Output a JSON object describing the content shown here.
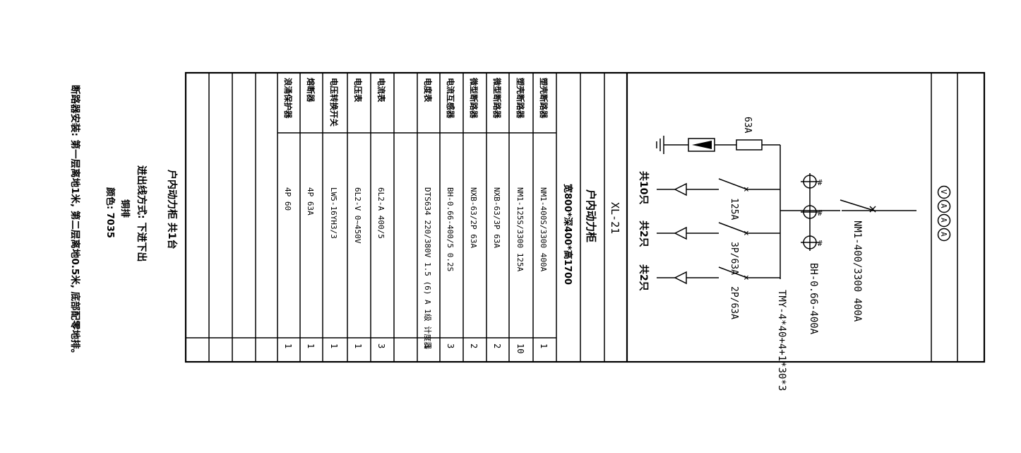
{
  "notes": {
    "line1": "户内动力柜   共1台",
    "line2": "进出线方式: 下进下出",
    "line3": "铜排",
    "line4": "颜色: 7035",
    "line5": "断路器安装: 第一层离地1米, 第二层离地0.5米, 底部配零地排。"
  },
  "cabinet": {
    "code": "XL-21",
    "name": "户内动力柜",
    "size": "宽800*深400*高1700"
  },
  "components": [
    {
      "name": "塑壳断路器",
      "spec": "NM1-400S/3300  400A",
      "qty": "1"
    },
    {
      "name": "塑壳断路器",
      "spec": "NM1-125S/3300  125A",
      "qty": "10"
    },
    {
      "name": "微型断路器",
      "spec": "NXB-63/3P 63A",
      "qty": "2"
    },
    {
      "name": "微型断路器",
      "spec": "NXB-63/2P 63A",
      "qty": "2"
    },
    {
      "name": "电流互感器",
      "spec": "BH-0.66-400/5  0.2S",
      "qty": "3"
    },
    {
      "name": "电度表",
      "spec": "DTS634 220/380V 1.5 (6) A 1级 计度器",
      "qty": "1"
    },
    {
      "name": "",
      "spec": "",
      "qty": ""
    },
    {
      "name": "电流表",
      "spec": "6L2-A  400/5",
      "qty": "3"
    },
    {
      "name": "电压表",
      "spec": "6L2-V  0~450V",
      "qty": "1"
    },
    {
      "name": "电压转换开关",
      "spec": "LW5-16YH3/3",
      "qty": "1"
    },
    {
      "name": "熔断器",
      "spec": "4P 63A",
      "qty": "1"
    },
    {
      "name": "浪涌保护器",
      "spec": "4P 60",
      "qty": "1"
    }
  ],
  "diagram": {
    "main_breaker": "NM1-400/3300 400A",
    "ct": "BH-0.66-400A",
    "busbar": "TMY-4*40+4+1*30*3",
    "fuse": "63A",
    "branch1_rating": "125A",
    "branch1_count": "共10只",
    "branch2_rating": "3P/63A",
    "branch2_count": "共2只",
    "branch3_rating": "2P/63A",
    "branch3_count": "共2只",
    "meter_symbols": [
      "V",
      "A",
      "A",
      "A"
    ]
  }
}
